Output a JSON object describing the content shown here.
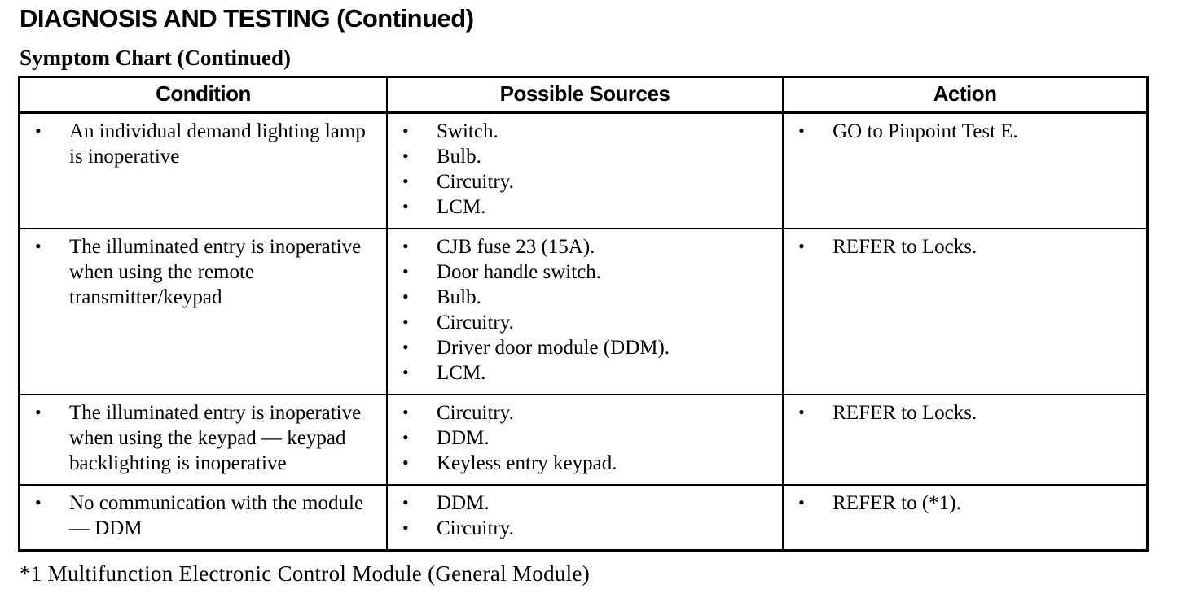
{
  "page": {
    "title": "DIAGNOSIS AND TESTING (Continued)",
    "subtitle": "Symptom Chart (Continued)",
    "footnote": "*1 Multifunction Electronic Control Module (General Module)"
  },
  "table": {
    "headers": [
      "Condition",
      "Possible Sources",
      "Action"
    ],
    "rows": [
      {
        "condition": [
          "An individual demand lighting lamp is inoperative"
        ],
        "sources": [
          "Switch.",
          "Bulb.",
          "Circuitry.",
          "LCM."
        ],
        "action": [
          "GO to Pinpoint Test E."
        ]
      },
      {
        "condition": [
          "The illuminated entry is inoperative when using the remote transmitter/keypad"
        ],
        "sources": [
          "CJB fuse 23 (15A).",
          "Door handle switch.",
          "Bulb.",
          "Circuitry.",
          "Driver door module (DDM).",
          "LCM."
        ],
        "action": [
          "REFER to Locks."
        ]
      },
      {
        "condition": [
          "The illuminated entry is inoperative when using the keypad — keypad backlighting is inoperative"
        ],
        "sources": [
          "Circuitry.",
          "DDM.",
          "Keyless entry keypad."
        ],
        "action": [
          "REFER to Locks."
        ]
      },
      {
        "condition": [
          "No communication with the module — DDM"
        ],
        "sources": [
          "DDM.",
          "Circuitry."
        ],
        "action": [
          "REFER to (*1)."
        ]
      }
    ]
  }
}
